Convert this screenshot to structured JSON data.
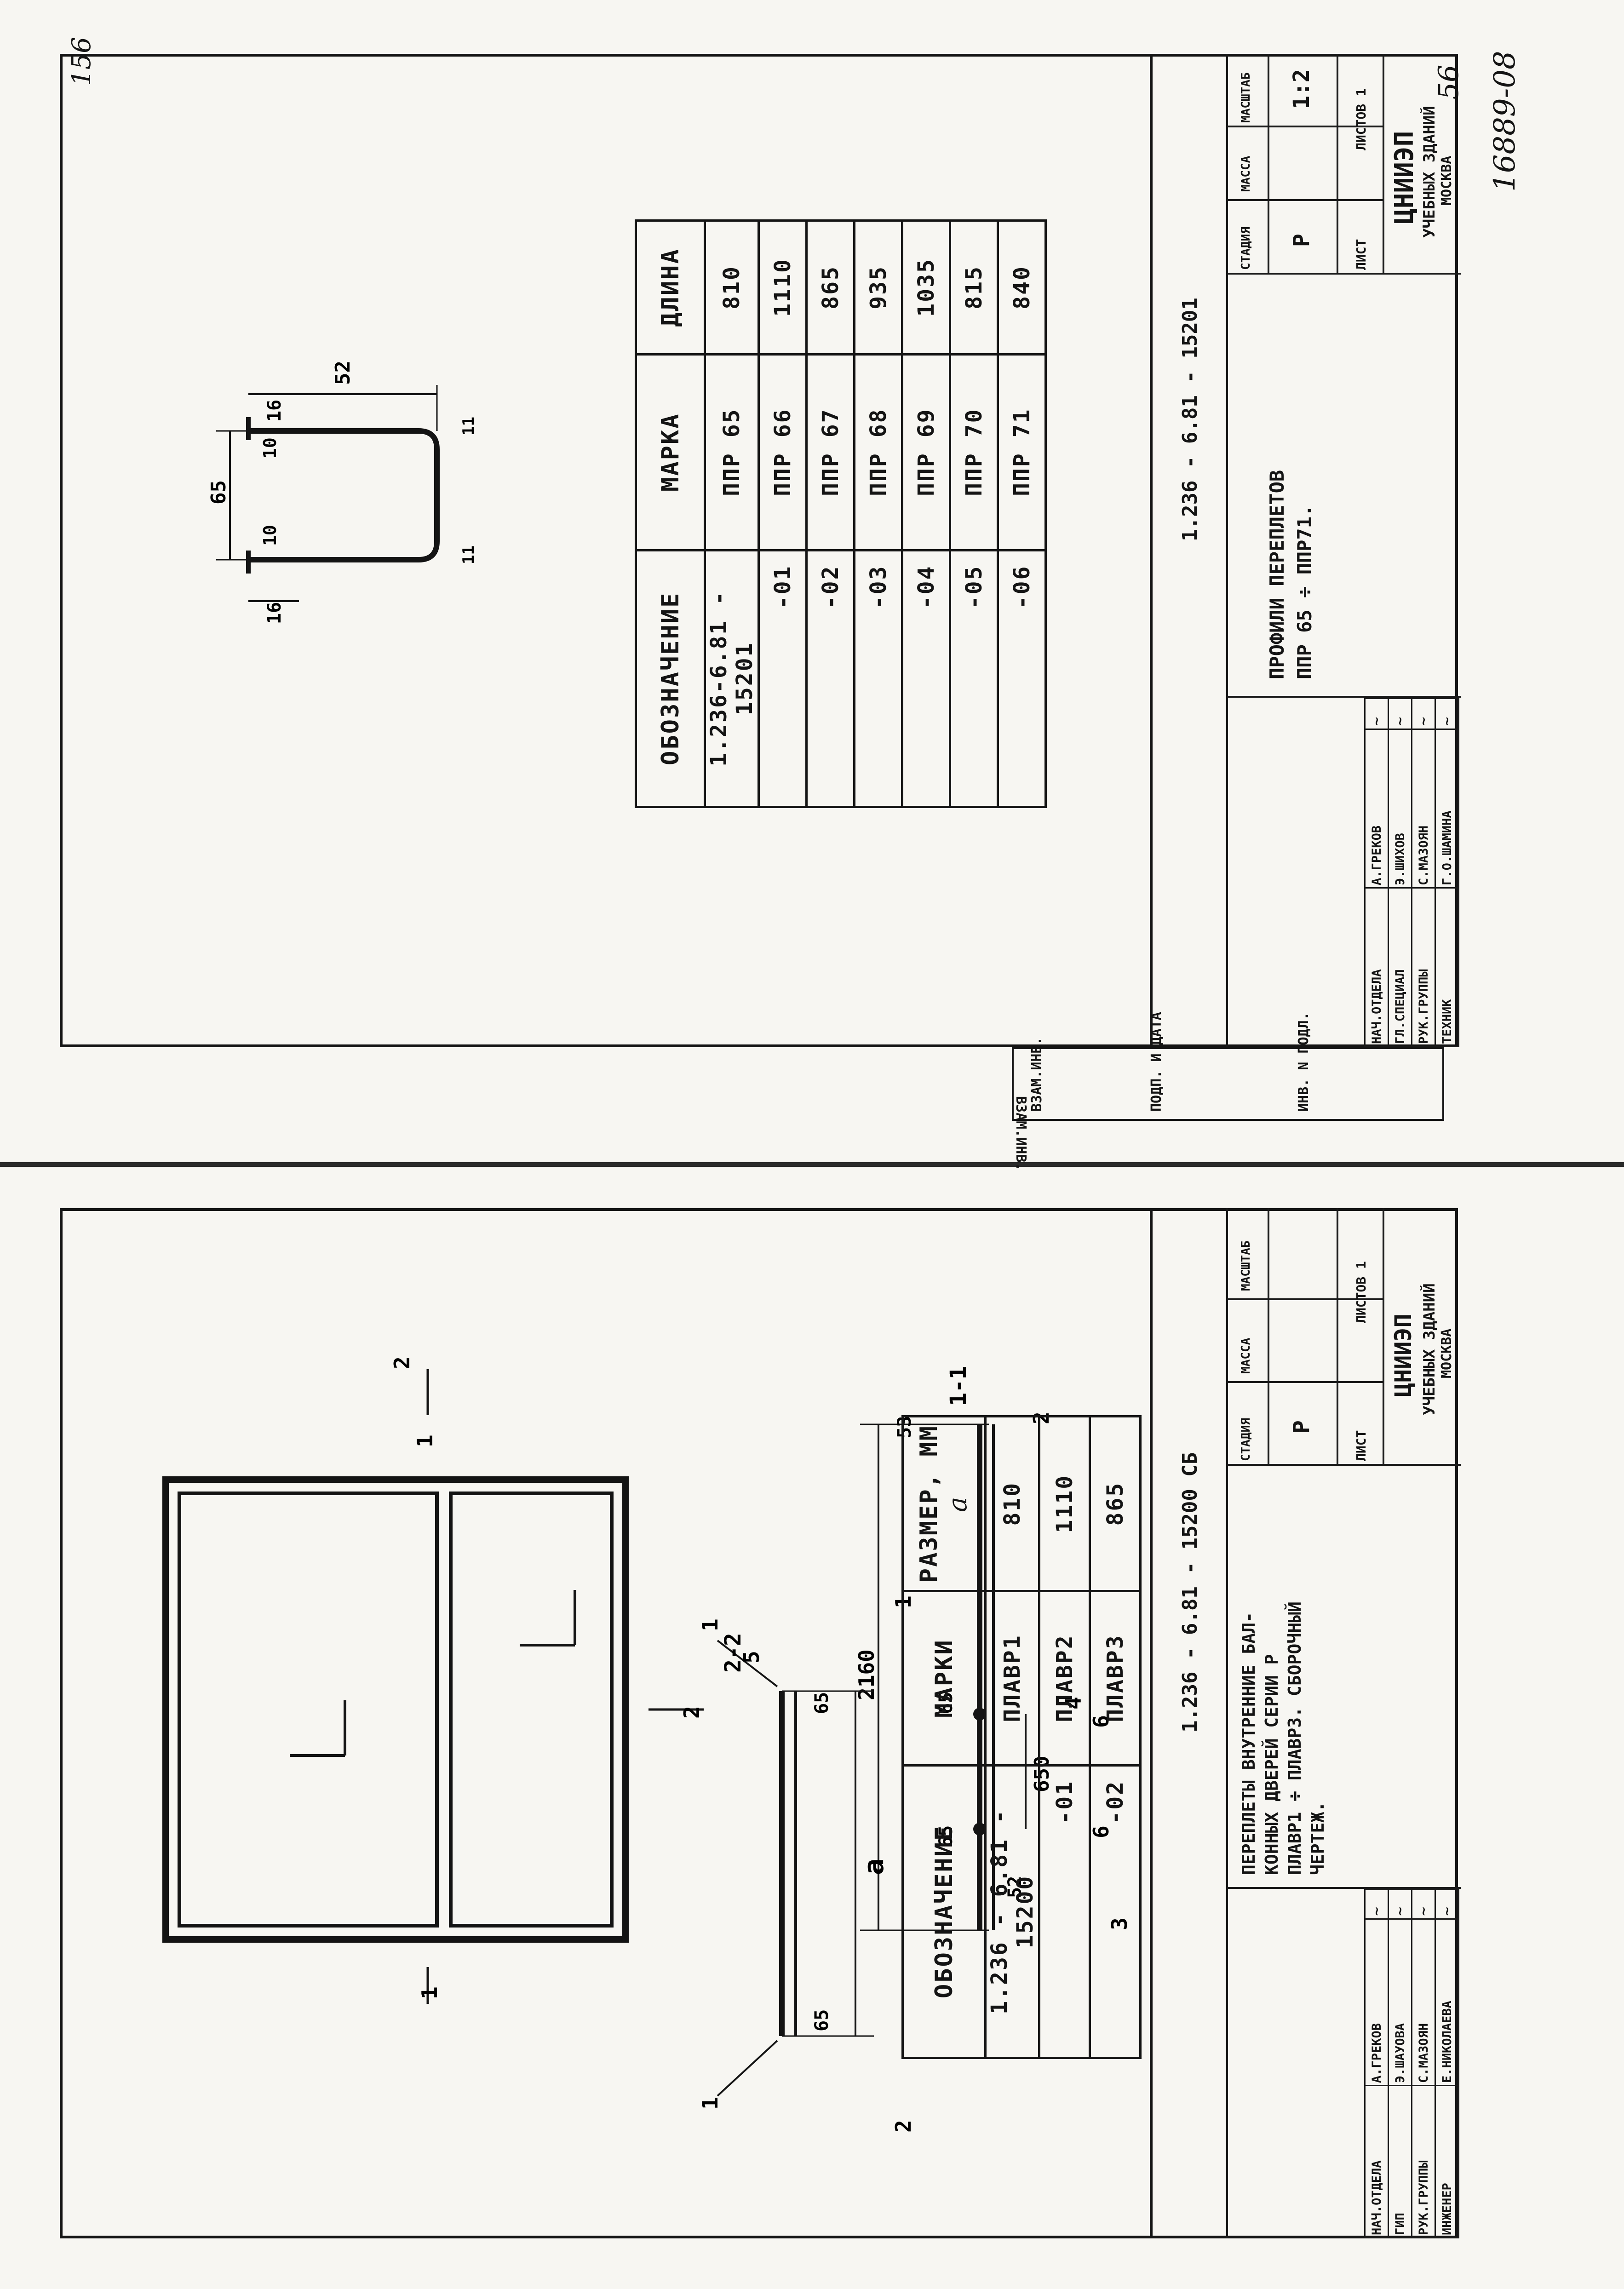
{
  "page_number": "156",
  "archive_number": "16889-08",
  "archive_sub": "56",
  "stamp": {
    "col1": "ВЗАМ.ИНВ.",
    "col2": "ПОДП. И ДАТА",
    "col3": "ИНВ. N ПОДЛ."
  },
  "sheet_a": {
    "designation": "1.236 - 6.81 - 15201",
    "title_line1": "ПРОФИЛИ ПЕРЕПЛЕТОВ",
    "title_line2": "ППР 65 ÷ ППР71.",
    "stage": "Р",
    "scale": "1:2",
    "hdr_stage": "СТАДИЯ",
    "hdr_mass": "МАССА",
    "hdr_scale": "МАСШТАБ",
    "sheet_lbl": "ЛИСТ",
    "sheets_lbl": "ЛИСТОВ 1",
    "org1": "ЦНИИЭП",
    "org2": "УЧЕБНЫХ ЗДАНИЙ",
    "org3": "МОСКВА",
    "staff": [
      {
        "role": "НАЧ.ОТДЕЛА",
        "name": "А.ГРЕКОВ"
      },
      {
        "role": "ГЛ.СПЕЦИАЛ",
        "name": "Э.ШИХОВ"
      },
      {
        "role": "РУК.ГРУППЫ",
        "name": "С.МАЗОЯН"
      },
      {
        "role": "ТЕХНИК",
        "name": "Г.О.ШАМИНА"
      }
    ],
    "table": {
      "headers": [
        "ОБОЗНАЧЕНИЕ",
        "МАРКА",
        "ДЛИНА"
      ],
      "rows": [
        [
          "1.236-6.81 - 15201",
          "ППР 65",
          "810"
        ],
        [
          "-01",
          "ППР 66",
          "1110"
        ],
        [
          "-02",
          "ППР 67",
          "865"
        ],
        [
          "-03",
          "ППР 68",
          "935"
        ],
        [
          "-04",
          "ППР 69",
          "1035"
        ],
        [
          "-05",
          "ППР 70",
          "815"
        ],
        [
          "-06",
          "ППР 71",
          "840"
        ]
      ]
    },
    "dims": {
      "d65": "65",
      "d10a": "10",
      "d10b": "10",
      "d16a": "16",
      "d16b": "16",
      "d52": "52",
      "d11a": "11",
      "d11b": "11"
    }
  },
  "sheet_b": {
    "designation": "1.236 - 6.81 - 15200 СБ",
    "title_line1": "ПЕРЕПЛЕТЫ ВНУТРЕННИЕ БАЛ-",
    "title_line2": "КОННЫХ ДВЕРЕЙ СЕРИИ Р",
    "title_line3": "ПЛАВР1 ÷ ПЛАВР3. СБОРОЧНЫЙ",
    "title_line4": "ЧЕРТЕЖ.",
    "stage": "Р",
    "hdr_stage": "СТАДИЯ",
    "hdr_mass": "МАССА",
    "hdr_scale": "МАСШТАБ",
    "sheet_lbl": "ЛИСТ",
    "sheets_lbl": "ЛИСТОВ 1",
    "org1": "ЦНИИЭП",
    "org2": "УЧЕБНЫХ ЗДАНИЙ",
    "org3": "МОСКВА",
    "staff": [
      {
        "role": "НАЧ.ОТДЕЛА",
        "name": "А.ГРЕКОВ"
      },
      {
        "role": "ГИП",
        "name": "Э.ШАУОВА"
      },
      {
        "role": "РУК.ГРУППЫ",
        "name": "С.МАЗОЯН"
      },
      {
        "role": "ИНЖЕНЕР",
        "name": "Е.НИКОЛАЕВА"
      }
    ],
    "table": {
      "headers": [
        "ОБОЗНАЧЕНИЕ",
        "МАРКИ",
        "РАЗМЕР, ММ",
        "a"
      ],
      "rows": [
        [
          "1.236 - 6.81 - 15200",
          "ПЛАВР1",
          "810"
        ],
        [
          "-01",
          "ПЛАВР2",
          "1110"
        ],
        [
          "-02",
          "ПЛАВР3",
          "865"
        ]
      ]
    },
    "section_11": "1-1",
    "section_22": "2-2",
    "dims": {
      "d2160": "2160",
      "d650": "650",
      "d53": "53",
      "d65a": "65",
      "d65b": "65",
      "d52": "52",
      "d65c": "65",
      "d65d": "65",
      "a": "a"
    },
    "callouts": {
      "c1": "1",
      "c1b": "1",
      "c1c": "1",
      "c2": "2",
      "c2b": "2",
      "c3": "3",
      "c4": "4",
      "c5": "5",
      "c6": "6",
      "c6b": "6"
    },
    "cut_labels": {
      "k1": "1",
      "k1b": "1",
      "k2": "2",
      "k2b": "2"
    }
  }
}
